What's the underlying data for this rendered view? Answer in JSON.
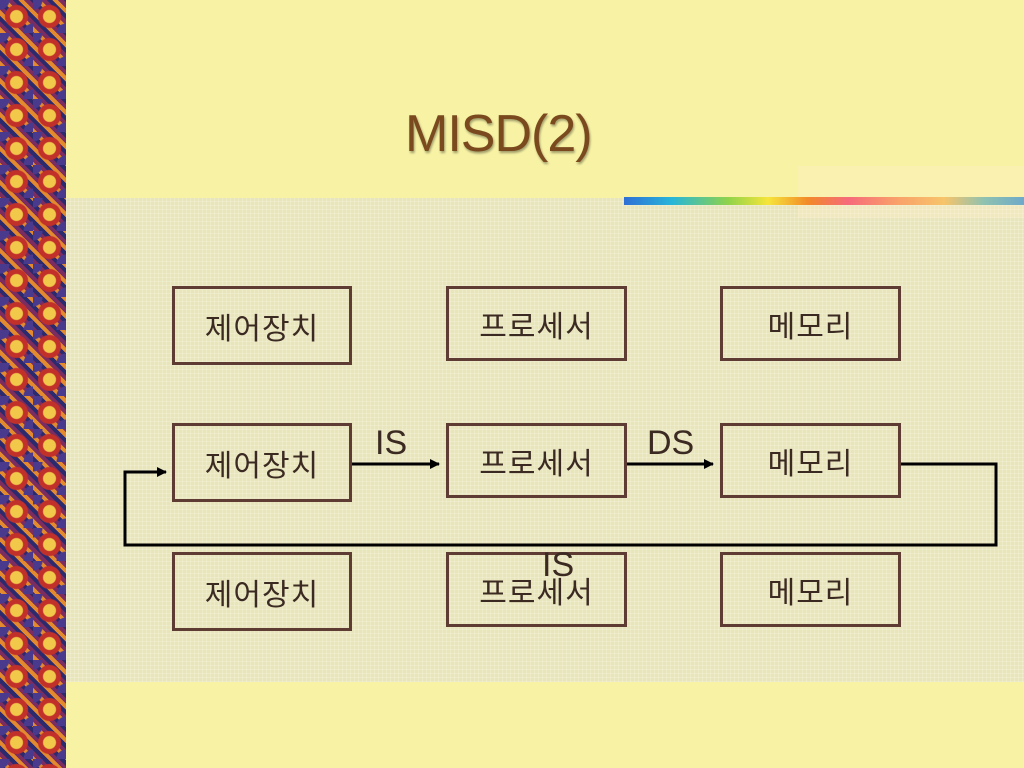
{
  "slide": {
    "title": "MISD(2)"
  },
  "diagram": {
    "rows": [
      {
        "control": "제어장치",
        "processor": "프로세서",
        "memory": "메모리"
      },
      {
        "control": "제어장치",
        "processor": "프로세서",
        "memory": "메모리"
      },
      {
        "control": "제어장치",
        "processor": "프로세서",
        "memory": "메모리"
      }
    ],
    "labels": {
      "is_top": "IS",
      "ds": "DS",
      "is_bottom": "IS"
    }
  }
}
